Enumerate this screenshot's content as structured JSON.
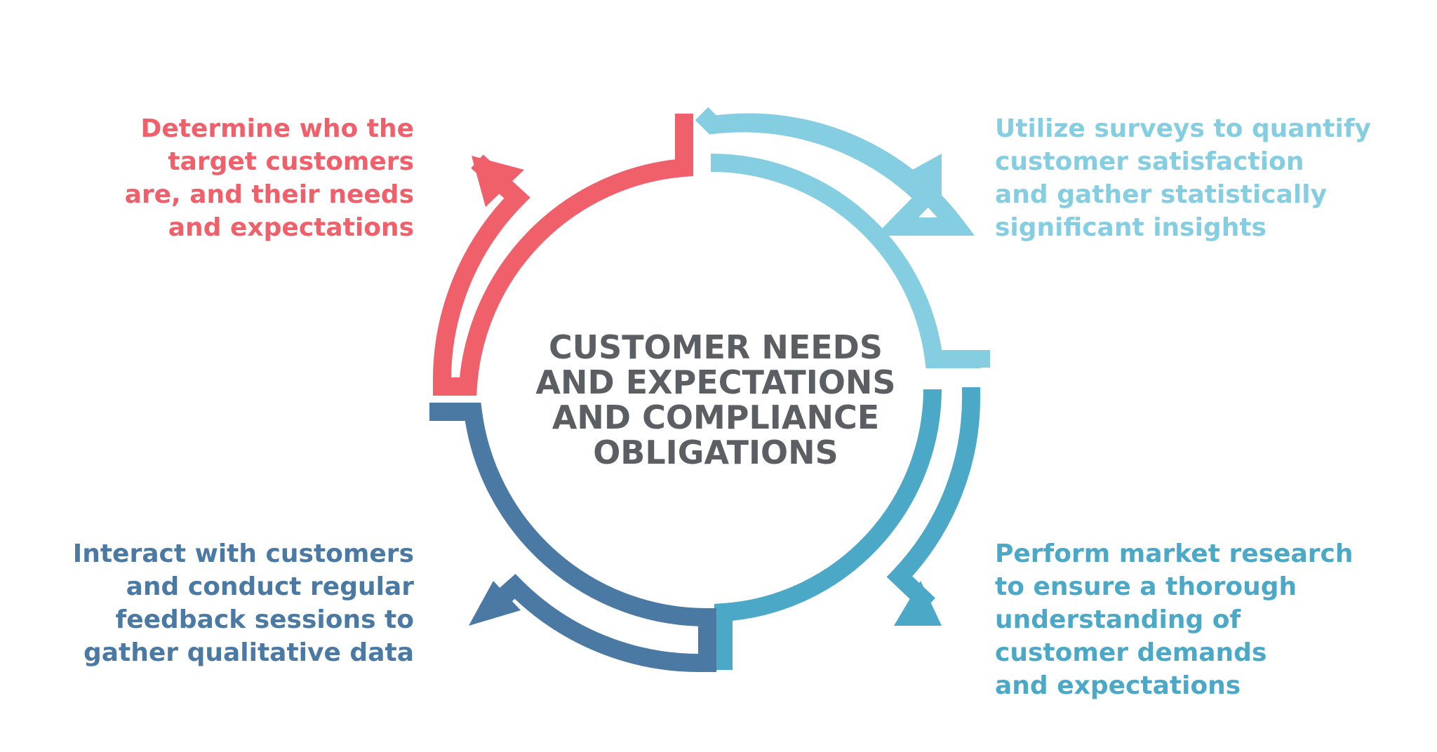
{
  "center": {
    "title_lines": [
      "CUSTOMER NEEDS",
      "AND EXPECTATIONS",
      "AND COMPLIANCE",
      "OBLIGATIONS"
    ],
    "color": "#5b5e63"
  },
  "nodes": [
    {
      "id": "top-left",
      "color": "#f0606b",
      "lines": [
        "Determine who the",
        "target customers",
        "are, and their needs",
        "and expectations"
      ]
    },
    {
      "id": "top-right",
      "color": "#85cde0",
      "lines": [
        "Utilize surveys to quantify",
        "customer satisfaction",
        "and gather statistically",
        "significant insights"
      ]
    },
    {
      "id": "bottom-right",
      "color": "#4ba8c6",
      "lines": [
        "Perform market research",
        "to ensure a thorough",
        "understanding of",
        "customer demands",
        "and expectations"
      ]
    },
    {
      "id": "bottom-left",
      "color": "#4a7aa3",
      "lines": [
        "Interact with customers",
        "and conduct regular",
        "feedback sessions to",
        "gather qualitative data"
      ]
    }
  ],
  "icons": [
    "arrow-up-left-icon",
    "arrow-up-right-icon",
    "arrow-down-right-icon",
    "arrow-down-left-icon"
  ]
}
